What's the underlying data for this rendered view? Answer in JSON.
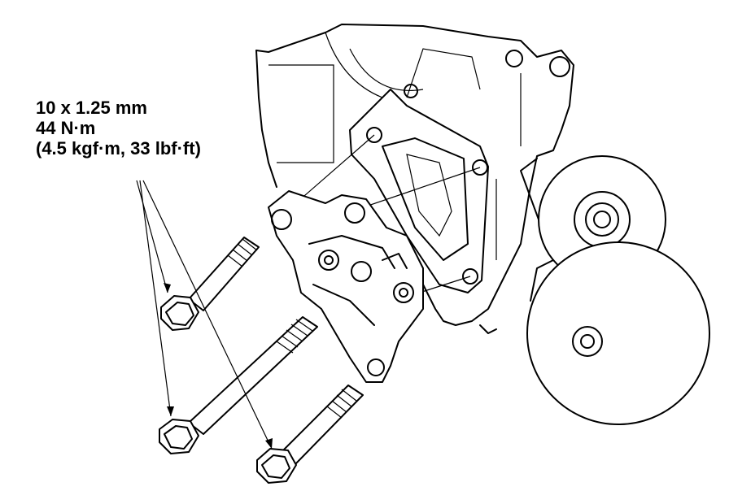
{
  "callout": {
    "thread_spec": "10 x 1.25 mm",
    "torque_nm": "44 N·m",
    "torque_alt": "(4.5 kgf·m, 33 lbf·ft)"
  },
  "parts": {
    "bolt_count": 3
  }
}
